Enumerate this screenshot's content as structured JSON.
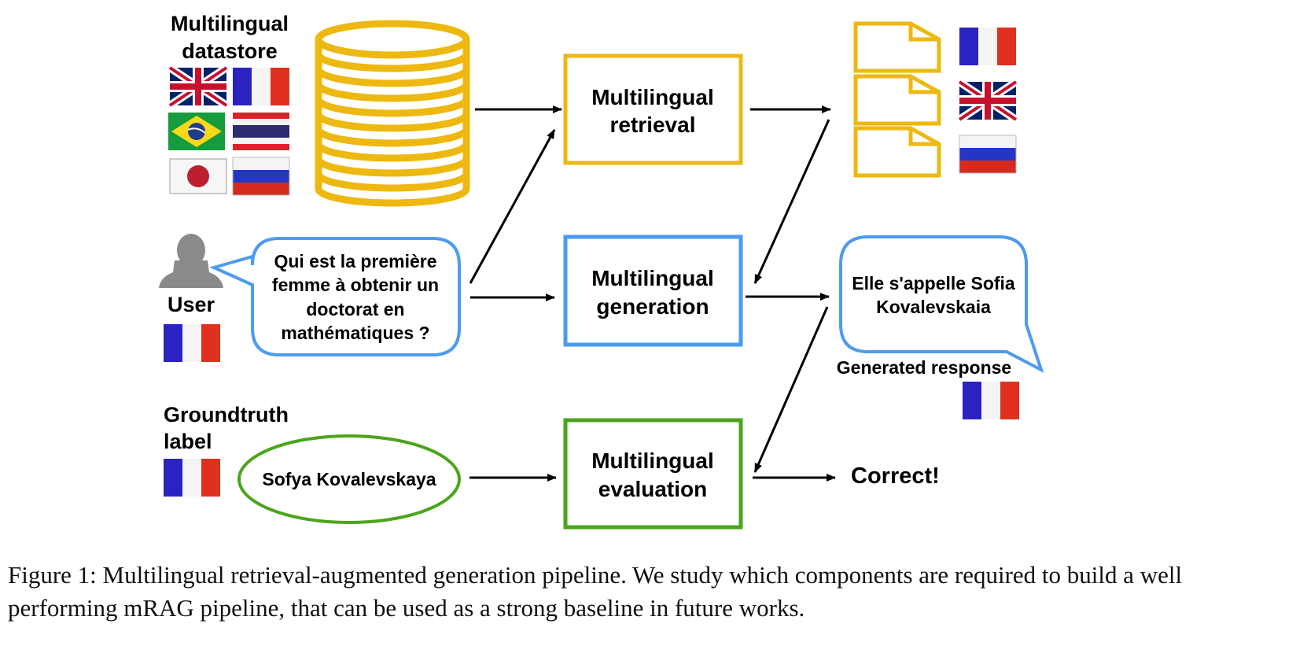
{
  "datastore": {
    "title_line1": "Multilingual",
    "title_line2": "datastore",
    "flags": [
      "uk-flag-icon",
      "france-flag-icon",
      "brazil-flag-icon",
      "thailand-flag-icon",
      "japan-flag-icon",
      "russia-flag-icon"
    ]
  },
  "user": {
    "label": "User",
    "query_lines": [
      "Qui est la première",
      "femme à obtenir un",
      "doctorat en",
      "mathématiques ?"
    ]
  },
  "groundtruth": {
    "label_line1": "Groundtruth",
    "label_line2": "label",
    "value": "Sofya Kovalevskaya"
  },
  "modules": {
    "retrieval": [
      "Multilingual",
      "retrieval"
    ],
    "generation": [
      "Multilingual",
      "generation"
    ],
    "evaluation": [
      "Multilingual",
      "evaluation"
    ]
  },
  "response": {
    "lines": [
      "Elle s'appelle Sofia",
      "Kovalevskaia"
    ],
    "label": "Generated response"
  },
  "result": "Correct!",
  "retrieved_doc_flags": [
    "france-flag-icon",
    "uk-flag-icon",
    "russia-flag-icon"
  ],
  "colors": {
    "retrieval": "#EDB80F",
    "generation": "#4D9BF0",
    "evaluation": "#4BA51C",
    "flag_blue": "#2B22C2",
    "flag_red": "#E0301E"
  },
  "caption": "Figure 1:  Multilingual retrieval-augmented generation pipeline. We study which components are required to build a well performing mRAG pipeline, that can be used as a strong baseline in future works."
}
